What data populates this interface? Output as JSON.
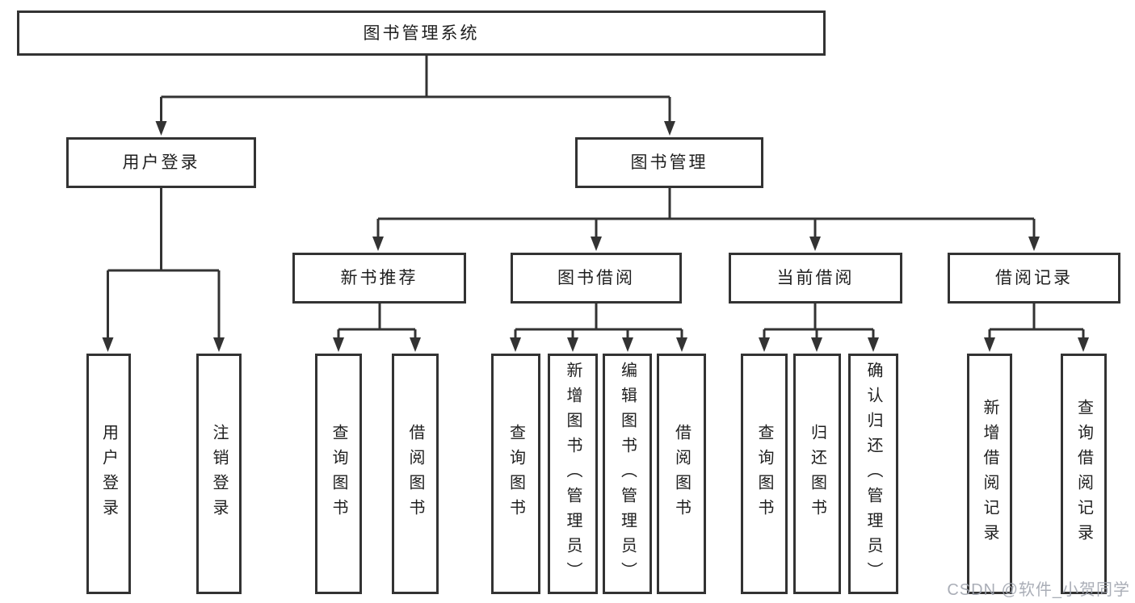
{
  "tree": {
    "root": "图书管理系统",
    "level2": [
      {
        "id": "user-login",
        "label": "用户登录",
        "children": [
          "用户登录",
          "注销登录"
        ]
      },
      {
        "id": "book-management",
        "label": "图书管理"
      }
    ],
    "level3": [
      {
        "id": "new-book-recommend",
        "label": "新书推荐",
        "children": [
          "查询图书",
          "借阅图书"
        ]
      },
      {
        "id": "book-borrowing",
        "label": "图书借阅",
        "children": [
          "查询图书",
          "新增图书（管理员）",
          "编辑图书（管理员）",
          "借阅图书"
        ]
      },
      {
        "id": "current-borrowing",
        "label": "当前借阅",
        "children": [
          "查询图书",
          "归还图书",
          "确认归还（管理员）"
        ]
      },
      {
        "id": "borrowing-records",
        "label": "借阅记录",
        "children": [
          "新增借阅记录",
          "查询借阅记录"
        ]
      }
    ]
  },
  "watermark": "CSDN @软件_小贺同学",
  "colors": {
    "line": "#333333",
    "text": "#1f1f1f",
    "background": "#ffffff",
    "watermark": "#9ea3ad"
  }
}
